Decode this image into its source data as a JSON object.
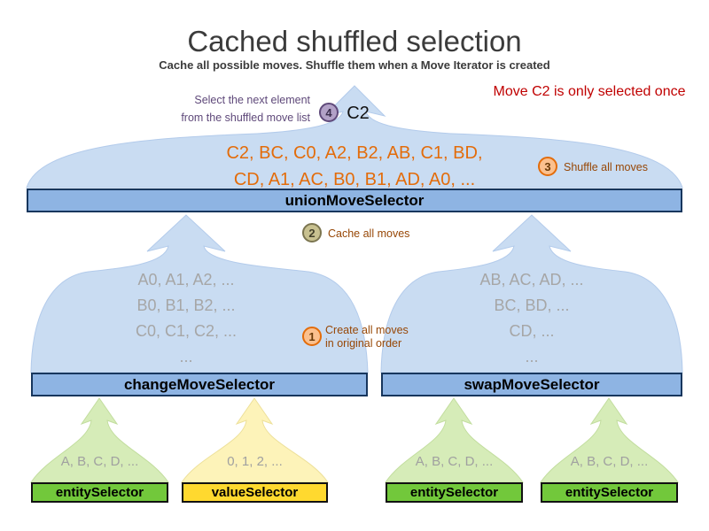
{
  "title": "Cached shuffled selection",
  "subtitle": "Cache all possible moves. Shuffle them when a Move Iterator is created",
  "note": "Move C2 is only selected once",
  "selected_move": "C2",
  "steps": {
    "s1": {
      "num": "1",
      "label1": "Create all moves",
      "label2": "in original order"
    },
    "s2": {
      "num": "2",
      "label": "Cache all moves"
    },
    "s3": {
      "num": "3",
      "label": "Shuffle all moves"
    },
    "s4": {
      "num": "4",
      "label1": "Select the next element",
      "label2": "from the shuffled move list"
    }
  },
  "union_selector": {
    "label": "unionMoveSelector",
    "moves_line1": "C2, BC, C0, A2, B2, AB, C1, BD,",
    "moves_line2": "CD, A1, AC, B0, B1, AD, A0, ..."
  },
  "change_selector": {
    "label": "changeMoveSelector",
    "moves": [
      "A0, A1, A2, ...",
      "B0, B1, B2, ...",
      "C0, C1, C2, ...",
      "..."
    ]
  },
  "swap_selector": {
    "label": "swapMoveSelector",
    "moves": [
      "AB, AC, AD, ...",
      "BC, BD, ...",
      "CD, ...",
      "..."
    ]
  },
  "child_selectors": [
    {
      "label": "entitySelector",
      "values": "A, B, C, D, ..."
    },
    {
      "label": "valueSelector",
      "values": "0, 1, 2, ..."
    },
    {
      "label": "entitySelector",
      "values": "A, B, C, D, ..."
    },
    {
      "label": "entitySelector",
      "values": "A, B, C, D, ..."
    }
  ],
  "colors": {
    "orange_text": "#e36c0a",
    "gray_text": "#a6a6a6",
    "red_text": "#c00000",
    "purple_text": "#5f497a",
    "step_label_text": "#974706",
    "blue_funnel": "#c9dcf2",
    "blue_bar": "#8eb4e3",
    "green_funnel": "#d6ecb8",
    "green_bar": "#72c83b",
    "yellow_funnel": "#fdf3b9",
    "yellow_bar": "#ffd92f"
  }
}
